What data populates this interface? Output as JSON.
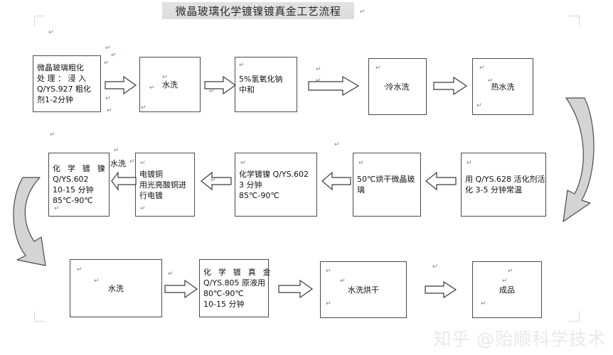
{
  "document": {
    "title": "微晶玻璃化学镀镍镀真金工艺流程",
    "watermark": "知乎 @贻顺科学技术"
  },
  "flow": {
    "row1": [
      {
        "id": "roughen",
        "lines": [
          "微晶玻璃粗化",
          "处 理 ： 浸 入",
          "Q/YS.927 粗化",
          "剂1-2分钟"
        ],
        "align": "left"
      },
      {
        "id": "rinse1",
        "lines": [
          "水洗"
        ],
        "align": "center"
      },
      {
        "id": "naoh",
        "lines": [
          "5%氢氧化钠",
          "中和"
        ],
        "align": "left"
      },
      {
        "id": "coldwash",
        "lines": [
          "冷水洗"
        ],
        "align": "center"
      },
      {
        "id": "hotwash",
        "lines": [
          "热水洗"
        ],
        "align": "center"
      }
    ],
    "row2": [
      {
        "id": "el-ni-long",
        "lines": [
          "化 学 镀 镍",
          "Q/YS.602",
          "10-15 分钟",
          "85℃-90℃"
        ],
        "align": "left"
      },
      {
        "id": "cu-plate",
        "lines": [
          "电镀铜",
          "用光亮酸铜进",
          "行电镀"
        ],
        "align": "left"
      },
      {
        "id": "el-ni-3min",
        "lines": [
          "化学镀镍 Q/YS.602",
          "3 分钟",
          "85℃-90℃"
        ],
        "align": "left"
      },
      {
        "id": "dry50",
        "lines": [
          "50℃烘干微晶玻",
          "璃"
        ],
        "align": "left"
      },
      {
        "id": "activate",
        "lines": [
          "用 Q/YS.628 活化剂活",
          "化 3-5 分钟常温"
        ],
        "align": "left"
      }
    ],
    "row3": [
      {
        "id": "rinse2",
        "lines": [
          "水洗"
        ],
        "align": "center"
      },
      {
        "id": "gold",
        "lines": [
          "化 学 镀 真 金",
          "Q/YS.805 原液用",
          "80℃-90℃",
          "10-15 分钟"
        ],
        "align": "left"
      },
      {
        "id": "washdry",
        "lines": [
          "水洗烘干"
        ],
        "align": "center"
      },
      {
        "id": "finished",
        "lines": [
          "成品"
        ],
        "align": "center"
      }
    ],
    "edge_labels": [
      {
        "id": "wash-label",
        "text": "水洗"
      }
    ],
    "paragraph_mark": "↵"
  },
  "colors": {
    "box_border": "#4a4a4a",
    "arrow_fill": "#ffffff",
    "arrow_stroke": "#3a3a3a",
    "curve_fill": "#d4d4d4",
    "curve_stroke": "#4a4a4a",
    "title_band": "#e0e0e0",
    "watermark": "#e9e9ec",
    "text": "#111111"
  }
}
